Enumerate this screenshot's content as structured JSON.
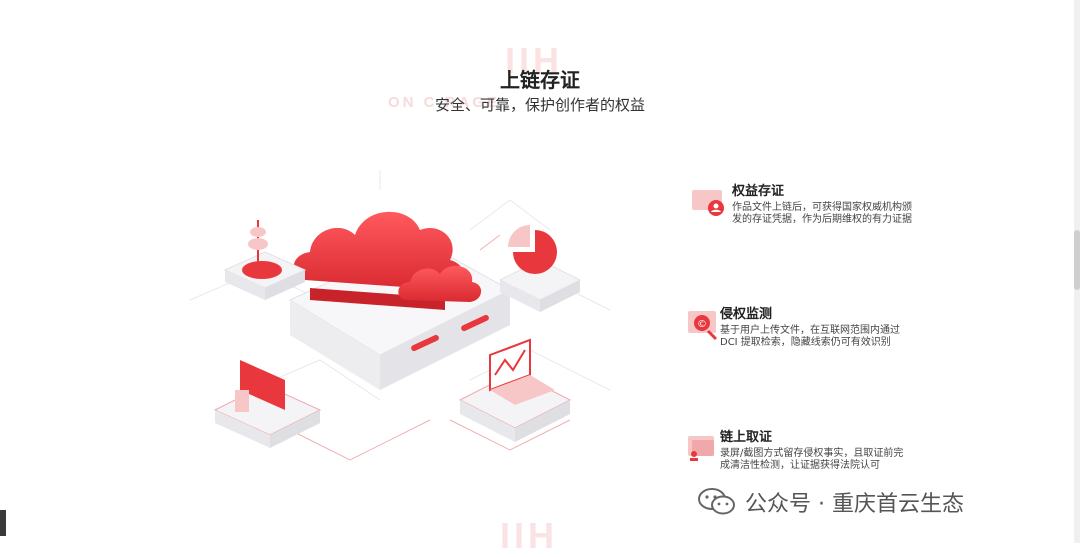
{
  "header": {
    "bg_letters": "IIH",
    "bg_english": "ON C                          RAGE",
    "title": "上链存证",
    "subtitle": "安全、可靠，保护创作者的权益"
  },
  "features": [
    {
      "title": "权益存证",
      "desc": "作品文件上链后，可获得国家权威机构颁发的存证凭据，作为后期维权的有力证据",
      "icon": "certificate-user-icon"
    },
    {
      "title": "侵权监测",
      "desc": "基于用户上传文件，在互联网范围内通过DCI 提取检索，隐藏线索仍可有效识别",
      "icon": "copyright-monitor-icon"
    },
    {
      "title": "链上取证",
      "desc": "录屏/截图方式留存侵权事实，且取证前完成清洁性检测，让证据获得法院认可",
      "icon": "evidence-folder-icon"
    }
  ],
  "watermark": {
    "text": "公众号 · 重庆首云生态",
    "icon": "wechat-icon"
  },
  "bottom_letters": "IIH",
  "colors": {
    "accent": "#e8383d",
    "accent_light": "#f7c6c7",
    "platform": "#f1f1f3"
  }
}
